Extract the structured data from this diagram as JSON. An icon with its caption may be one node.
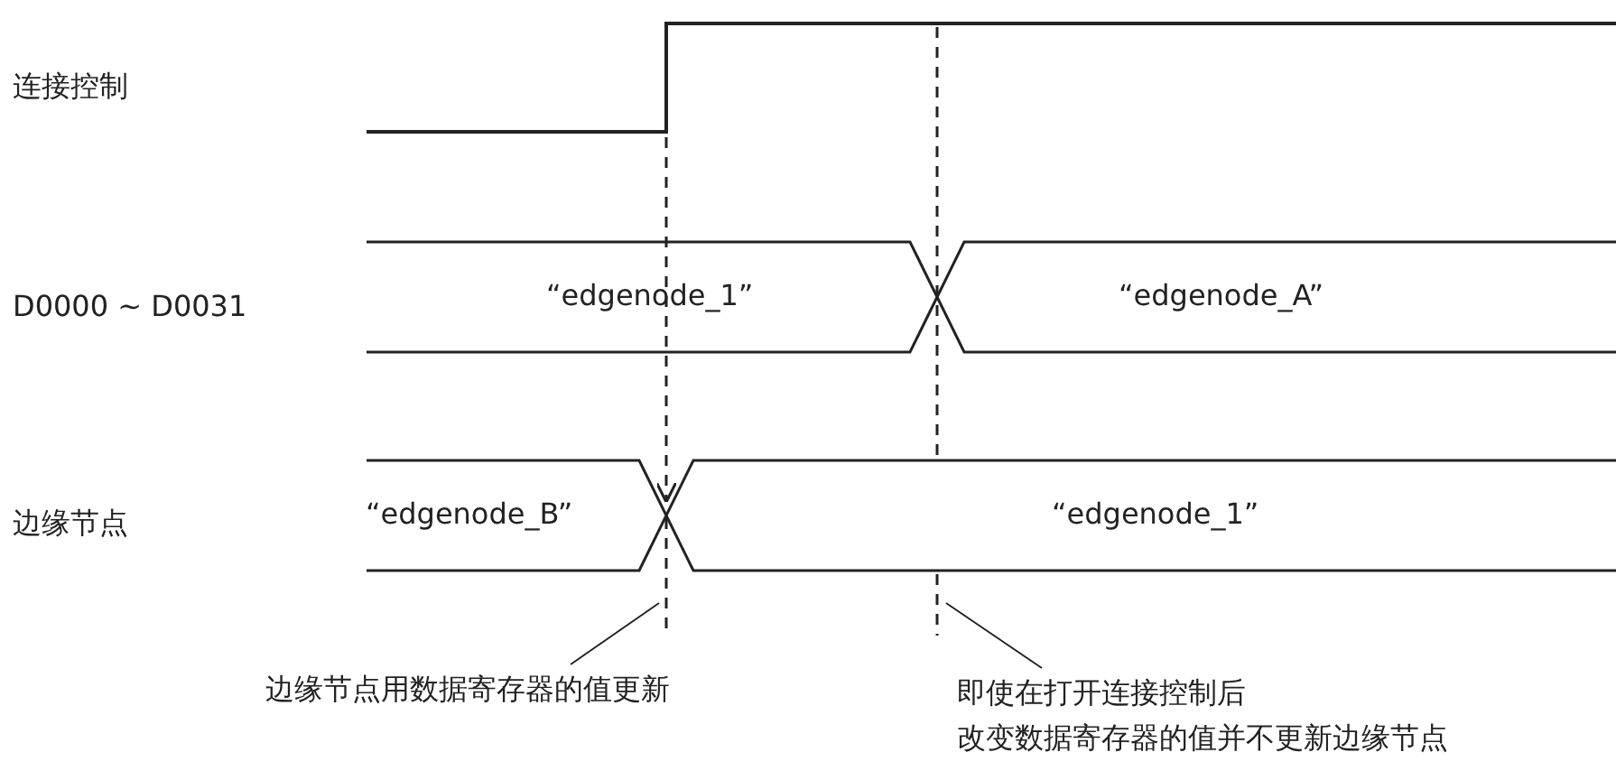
{
  "diagram": {
    "nodes": [
      {
        "text": [
          "边缘节点用数据寄存器的值更新"
        ]
      },
      {
        "text": [
          "即使在打开连接控制后改变数据寄存器的值并不更新边缘节点"
        ]
      }
    ],
    "edges": [
      {
        "from": 0,
        "to": null,
        "arrow": "none"
      },
      {
        "from": 1,
        "to": null,
        "arrow": "none"
      }
    ],
    "labels": [
      "连接控制",
      "D0000 ~ D0031",
      "“edgenode_1”",
      "“edgenode_A”",
      "边缘节点",
      "“edgenode_B”",
      "“edgenode_1”"
    ]
  }
}
